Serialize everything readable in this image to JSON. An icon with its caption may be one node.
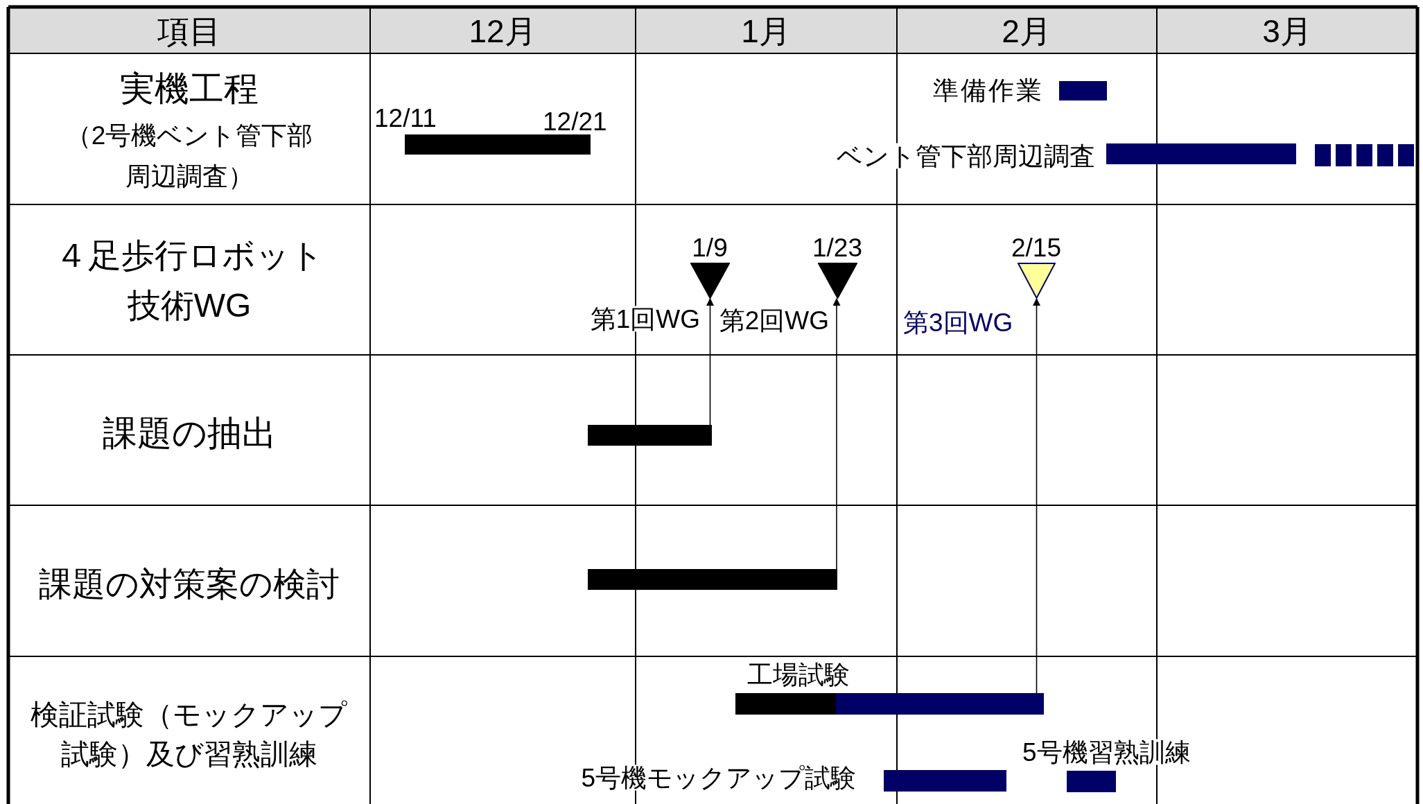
{
  "diagram": {
    "nodes": [
      {
        "text": [],
        "shape": "bar",
        "beside": [
          "12/11",
          "12/21"
        ]
      },
      {
        "text": [],
        "shape": "bar",
        "beside": [
          "準備作業"
        ]
      },
      {
        "text": [],
        "shape": "bar",
        "beside": [
          "ベント管下部周辺調査"
        ]
      },
      {
        "text": [],
        "shape": "bar"
      },
      {
        "text": [],
        "shape": "triangle",
        "beside": [
          "1/9",
          "第1回WG"
        ]
      },
      {
        "text": [],
        "shape": "triangle",
        "beside": [
          "1/23",
          "第2回WG"
        ]
      },
      {
        "text": [],
        "shape": "triangle",
        "beside": [
          "2/15",
          "第3回WG"
        ]
      },
      {
        "text": [],
        "shape": "bar"
      },
      {
        "text": [],
        "shape": "bar"
      },
      {
        "text": [],
        "shape": "bar",
        "beside": [
          "工場試験"
        ]
      },
      {
        "text": [],
        "shape": "bar"
      },
      {
        "text": [],
        "shape": "bar",
        "beside": [
          "5号機モックアップ試験"
        ]
      },
      {
        "text": [],
        "shape": "bar",
        "beside": [
          "5号機習熟訓練"
        ]
      }
    ],
    "edges": [
      {
        "from": 7,
        "to": 4,
        "arrow": "to"
      },
      {
        "from": 8,
        "to": 5,
        "arrow": "to"
      },
      {
        "from": 10,
        "to": 6,
        "arrow": "to"
      }
    ],
    "labels": [
      "項目",
      "12月",
      "1月",
      "2月",
      "3月",
      "実機工程",
      "（2号機ベント管下部周辺調査）",
      "４足歩行ロボット技術WG",
      "課題の抽出",
      "課題の対策案の検討",
      "検証試験（モックアップ試験）及び習熟訓練"
    ]
  }
}
